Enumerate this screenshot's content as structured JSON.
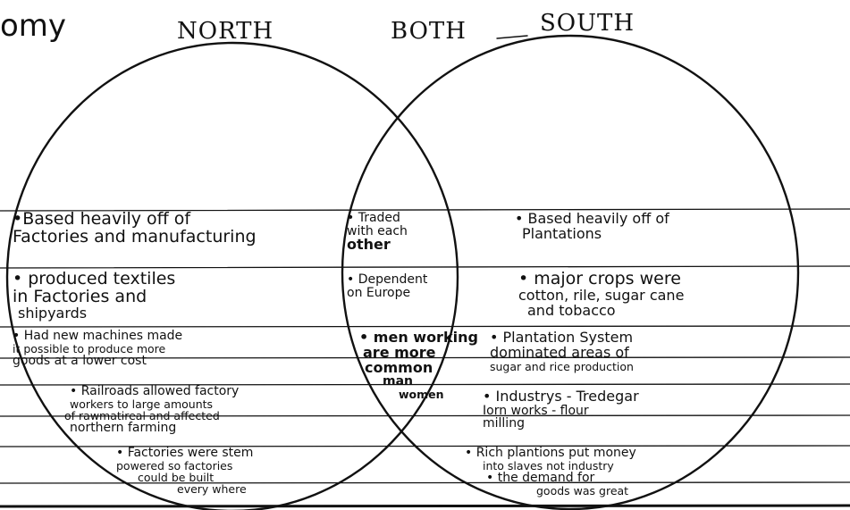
{
  "title_fragment": "omy",
  "headers": {
    "north": "NORTH",
    "both": "BOTH",
    "south": "SOUTH"
  },
  "north": [
    [
      "•Based heavily off of",
      "Factories and manufacturing"
    ],
    [
      "• produced textiles",
      "in Factories and",
      "shipyards"
    ],
    [
      "• Had new machines made",
      "it possible to produce more",
      "goods at a lower cost"
    ],
    [
      "• Railroads allowed factory",
      "workers to large amounts",
      "of rawmatireal and affected",
      "northern farming"
    ],
    [
      "• Factories were stem",
      "powered so factories",
      "could be built",
      "every where"
    ]
  ],
  "both": [
    [
      "• Traded",
      "with each",
      "other"
    ],
    [
      "• Dependent",
      "on Europe"
    ],
    [
      "• men working",
      "are more",
      "common",
      "man",
      "women"
    ]
  ],
  "south": [
    [
      "• Based heavily off of",
      "Plantations"
    ],
    [
      "• major crops were",
      "cotton, rile, sugar cane",
      "and tobacco"
    ],
    [
      "• Plantation System",
      "dominated areas of",
      "sugar and rice production"
    ],
    [
      "• Industrys - Tredegar",
      "Iorn works - flour",
      "milling"
    ],
    [
      "• Rich plantions put money",
      "into slaves not industry",
      "• the demand for",
      "goods was great"
    ]
  ]
}
